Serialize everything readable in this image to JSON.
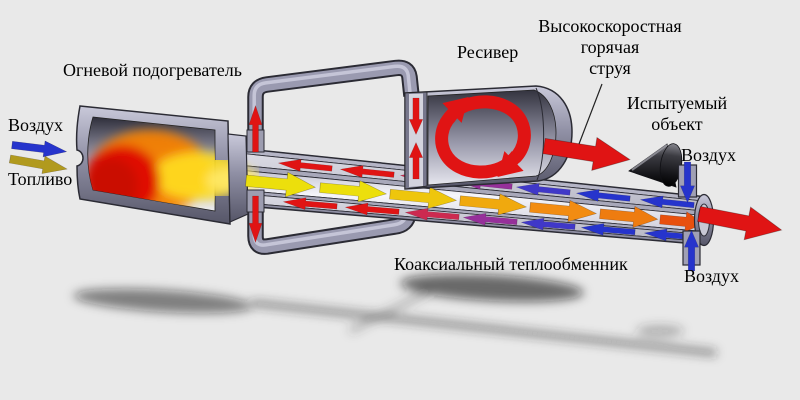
{
  "labels": {
    "heater": "Огневой подогреватель",
    "air_inlet": "Воздух",
    "fuel": "Топливо",
    "receiver": "Ресивер",
    "hot_jet": [
      "Высокоскоростная",
      "горячая",
      "струя"
    ],
    "test_object": [
      "Испытуемый",
      "объект"
    ],
    "air_top": "Воздух",
    "air_bottom": "Воздух",
    "heat_exchanger": "Коаксиальный теплообменник"
  },
  "colors": {
    "background": "#e9e9e9",
    "text": "#000000",
    "metal_light": "#c9c9da",
    "metal_mid": "#8f8fa4",
    "metal_dark": "#565668",
    "outline": "#2b2b34",
    "pipe_body": "#9a9ab0",
    "hot_red": "#e01414",
    "crimson": "#cc2a50",
    "purple": "#96309a",
    "blue_violet": "#4038c8",
    "air_blue": "#2634cc",
    "yellow": "#ecdf0c",
    "yellow_deep": "#eec60c",
    "orange_light": "#f0a90e",
    "orange": "#f28c12",
    "orange_deep": "#ee7c10",
    "red_orange": "#e8500e",
    "fuel_olive": "#b19a1e",
    "flame_core": "#e01000",
    "flame_mid": "#f57f00",
    "flame_tip": "#ffdf20",
    "cone_dark": "#141418",
    "cone_light": "#86868e"
  },
  "flows": {
    "inner_tube_direction": "right",
    "annulus_direction": "left",
    "air_top_direction": "down",
    "air_bottom_direction": "up"
  }
}
